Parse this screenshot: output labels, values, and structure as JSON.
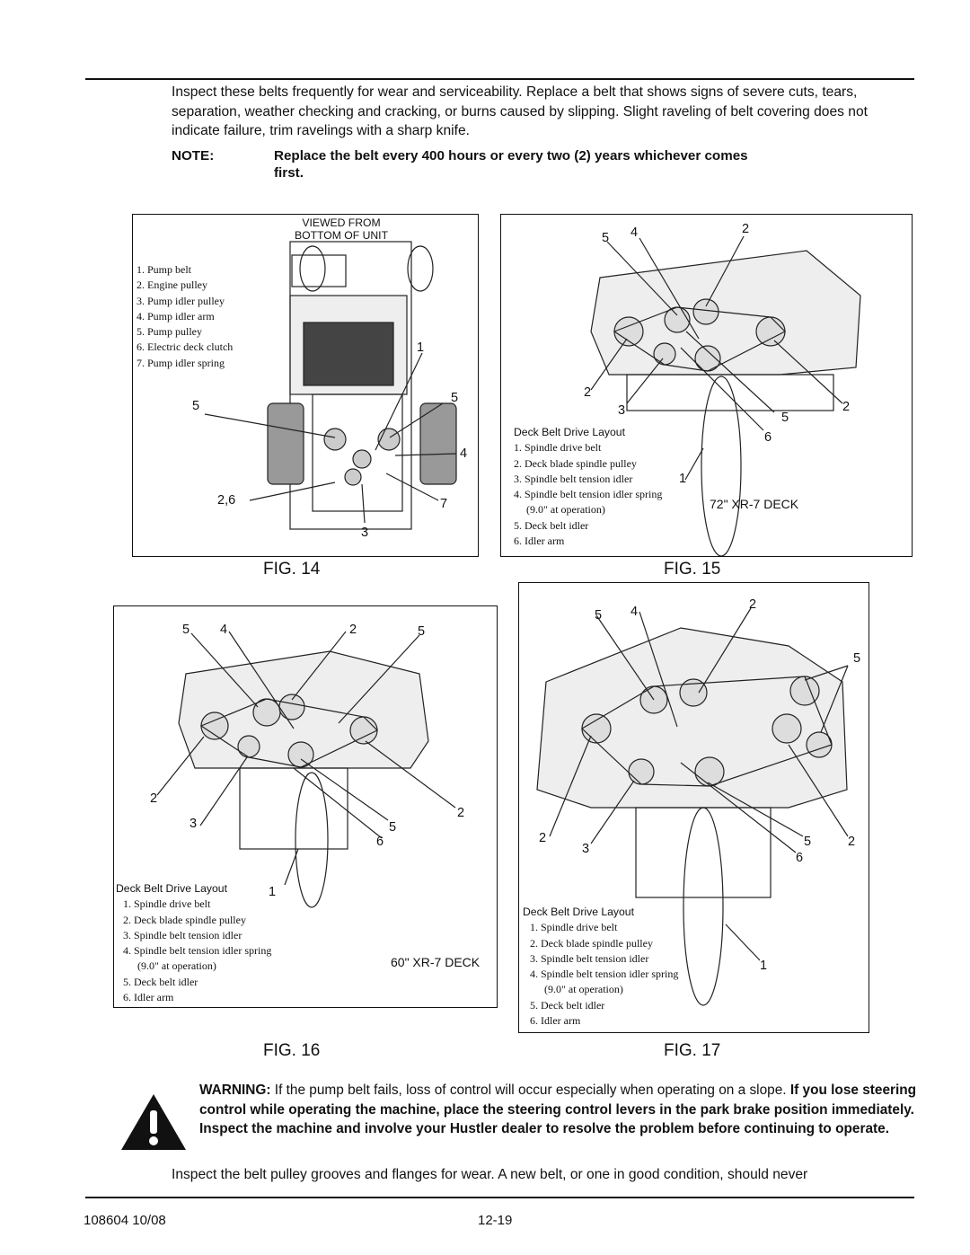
{
  "intro": "Inspect these belts frequently for wear and serviceability.  Replace a belt that shows signs of severe cuts, tears, separation, weather checking and cracking, or burns caused by slipping.  Slight raveling of belt covering does not indicate failure, trim ravelings with a sharp knife.",
  "note": {
    "label": "NOTE:",
    "text": "Replace the belt every 400 hours or every two (2) years whichever comes first."
  },
  "fig14": {
    "caption": "FIG. 14",
    "viewed_line1": "VIEWED FROM",
    "viewed_line2": "BOTTOM OF UNIT",
    "legend": [
      "1.  Pump belt",
      "2.  Engine pulley",
      "3.  Pump idler pulley",
      "4.  Pump idler arm",
      "5.  Pump pulley",
      "6.  Electric deck clutch",
      "7.  Pump idler spring"
    ],
    "callouts": [
      "1",
      "5",
      "5",
      "4",
      "2,6",
      "7",
      "3"
    ]
  },
  "fig15": {
    "caption": "FIG. 15",
    "deck": "72\" XR-7 DECK",
    "legend_title": "Deck Belt Drive Layout",
    "legend": [
      "1.  Spindle drive belt",
      "2.  Deck blade spindle pulley",
      "3.  Spindle belt tension idler",
      "4.  Spindle belt tension idler spring",
      "(9.0\" at operation)",
      "5.  Deck belt idler",
      "6.  Idler arm"
    ],
    "callouts": [
      "5",
      "4",
      "2",
      "2",
      "3",
      "5",
      "2",
      "6",
      "1"
    ]
  },
  "fig16": {
    "caption": "FIG. 16",
    "deck": "60\" XR-7 DECK",
    "legend_title": "Deck Belt Drive Layout",
    "legend": [
      "1.  Spindle drive belt",
      "2.  Deck blade spindle pulley",
      "3.  Spindle belt tension idler",
      "4.  Spindle belt tension idler spring",
      "(9.0\" at operation)",
      "5.  Deck belt idler",
      "6.  Idler arm"
    ],
    "callouts": [
      "5",
      "4",
      "2",
      "5",
      "2",
      "3",
      "5",
      "6",
      "2",
      "1"
    ]
  },
  "fig17": {
    "caption": "FIG. 17",
    "legend_title": "Deck Belt Drive Layout",
    "legend": [
      "1.  Spindle drive belt",
      "2.  Deck blade spindle pulley",
      "3.  Spindle belt tension idler",
      "4.  Spindle belt tension idler spring",
      "(9.0\" at operation)",
      "5.  Deck belt idler",
      "6.  Idler arm"
    ],
    "callouts": [
      "5",
      "4",
      "2",
      "5",
      "2",
      "3",
      "5",
      "2",
      "6",
      "1"
    ]
  },
  "warning": {
    "label": "WARNING:",
    "text": " If the pump belt fails, loss of control will occur especially when operating on a slope. ",
    "bold": "If you lose steering control while operating the machine, place the steering control levers in the park brake position immediately. Inspect the machine and involve your Hustler dealer to resolve the problem before continuing to operate."
  },
  "closing": "Inspect the belt pulley grooves and flanges for wear.  A new belt, or one in good condition, should never",
  "footer": {
    "doc": "108604 10/08",
    "page": "12-19"
  }
}
